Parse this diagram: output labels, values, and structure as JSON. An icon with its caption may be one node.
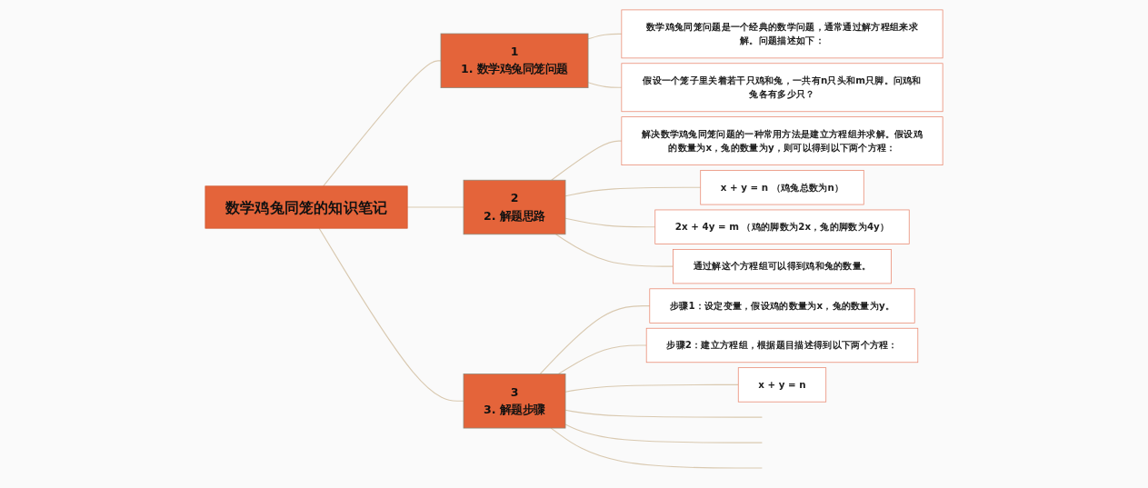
{
  "diagram": {
    "nodes": [
      {
        "text": [
          "数学鸡兔同笼的知识笔记"
        ]
      },
      {
        "text": [
          "1",
          "1. 数学鸡兔同笼问题"
        ]
      },
      {
        "text": [
          "数学鸡兔同笼问题是一个经典的数学问题，通常通过解方程组来求解。问题描述如下："
        ]
      },
      {
        "text": [
          "假设一个笼子里关着若干只鸡和兔，一共有n只头和m只脚。问鸡和兔各有多少只？"
        ]
      },
      {
        "text": [
          "2",
          "2. 解题思路"
        ]
      },
      {
        "text": [
          "解决数学鸡兔同笼问题的一种常用方法是建立方程组并求解。假设鸡的数量为x，兔的数量为y，则可以得到以下两个方程："
        ]
      },
      {
        "text": [
          "x + y = n （鸡兔总数为n）"
        ]
      },
      {
        "text": [
          "2x + 4y = m （鸡的脚数为2x，兔的脚数为4y）"
        ]
      },
      {
        "text": [
          "通过解这个方程组可以得到鸡和兔的数量。"
        ]
      },
      {
        "text": [
          "3",
          "3. 解题步骤"
        ]
      },
      {
        "text": [
          "步骤1：设定变量，假设鸡的数量为x，兔的数量为y。"
        ]
      },
      {
        "text": [
          "步骤2：建立方程组，根据题目描述得到以下两个方程："
        ]
      },
      {
        "text": [
          "x + y = n"
        ]
      }
    ],
    "edges": [
      {
        "from": 0,
        "to": 1,
        "arrow": "none"
      },
      {
        "from": 1,
        "to": 2,
        "arrow": "none"
      },
      {
        "from": 1,
        "to": 3,
        "arrow": "none"
      },
      {
        "from": 0,
        "to": 4,
        "arrow": "none"
      },
      {
        "from": 4,
        "to": 5,
        "arrow": "none"
      },
      {
        "from": 4,
        "to": 6,
        "arrow": "none"
      },
      {
        "from": 4,
        "to": 7,
        "arrow": "none"
      },
      {
        "from": 4,
        "to": 8,
        "arrow": "none"
      },
      {
        "from": 0,
        "to": 9,
        "arrow": "none"
      },
      {
        "from": 9,
        "to": 10,
        "arrow": "none"
      },
      {
        "from": 9,
        "to": 11,
        "arrow": "none"
      },
      {
        "from": 9,
        "to": 12,
        "arrow": "none"
      },
      {
        "from": 9,
        "to": null,
        "arrow": "none"
      },
      {
        "from": 9,
        "to": null,
        "arrow": "none"
      },
      {
        "from": 9,
        "to": null,
        "arrow": "none"
      }
    ]
  }
}
